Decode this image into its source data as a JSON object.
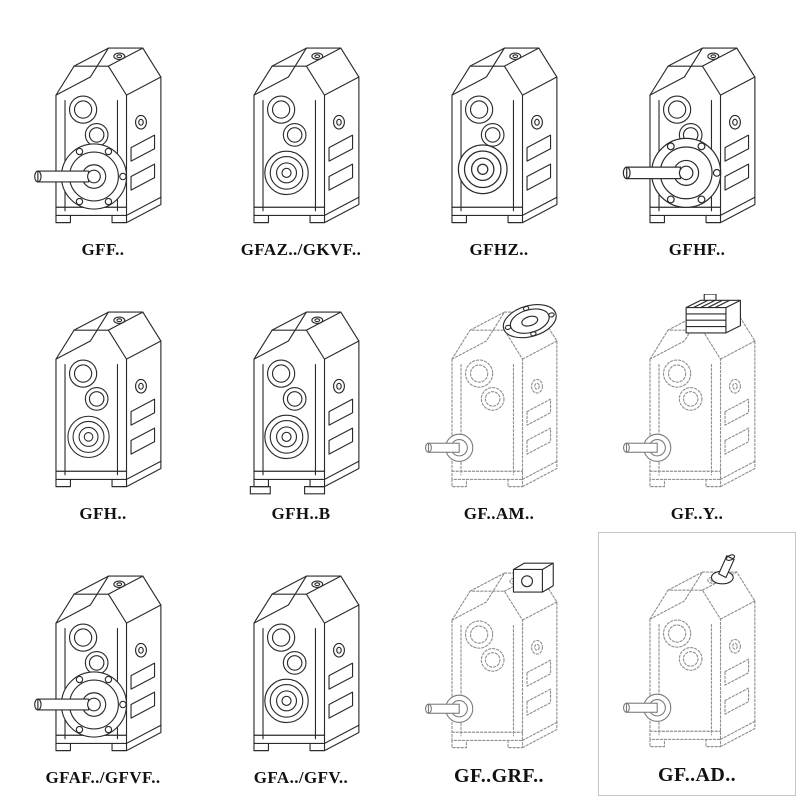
{
  "style": {
    "background": "#ffffff",
    "line_color": "#2b2b2b",
    "dashed_color": "#909090",
    "label_color": "#111111"
  },
  "grid": {
    "items": [
      {
        "label": "GFF..",
        "drawing": "parallel-shaft-gearbox-output-flange"
      },
      {
        "label": "GFAZ../GKVF..",
        "drawing": "parallel-shaft-gearbox-hollow-shaft"
      },
      {
        "label": "GFHZ..",
        "drawing": "parallel-shaft-gearbox-hollow-shaft"
      },
      {
        "label": "GFHF..",
        "drawing": "parallel-shaft-gearbox-output-flange"
      },
      {
        "label": "GFH..",
        "drawing": "parallel-shaft-gearbox-hollow-shaft"
      },
      {
        "label": "GFH..B",
        "drawing": "parallel-shaft-gearbox-hollow-shaft-foot"
      },
      {
        "label": "GF..AM..",
        "drawing": "gearbox-with-motor-input-flange-dashed"
      },
      {
        "label": "GF..Y..",
        "drawing": "gearbox-with-mounted-motor-dashed"
      },
      {
        "label": "GFAF../GFVF..",
        "drawing": "parallel-shaft-gearbox-output-flange"
      },
      {
        "label": "GFA../GFV..",
        "drawing": "parallel-shaft-gearbox-hollow-shaft"
      },
      {
        "label": "GF..GRF..",
        "drawing": "gearbox-with-input-adapter-dashed"
      },
      {
        "label": "GF..AD..",
        "drawing": "gearbox-with-input-shaft-dashed"
      }
    ]
  }
}
